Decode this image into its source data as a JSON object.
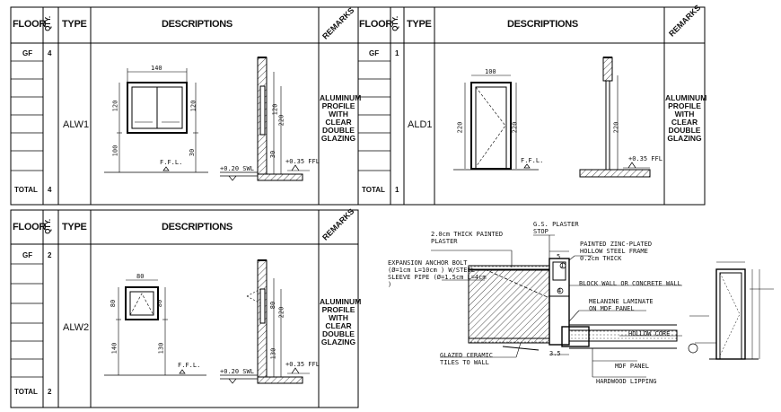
{
  "schedule": {
    "headers": {
      "floor": "FLOOR",
      "qty": "QTY.",
      "type": "TYPE",
      "descriptions": "DESCRIPTIONS",
      "remarks": "REMARKS"
    },
    "total_label": "TOTAL",
    "tables": [
      {
        "floor": "GF",
        "qty": "4",
        "type": "ALW1",
        "total": "4",
        "remarks": [
          "ALUMINUM",
          "PROFILE",
          "WITH",
          "CLEAR",
          "DOUBLE",
          "GLAZING"
        ],
        "dims": {
          "width": "140",
          "h1": "120",
          "h2": "100",
          "h3": "120",
          "h4": "220",
          "h5": "30",
          "ffl": "F.F.L.",
          "swl": "+0.20 SWL",
          "ffl2": "+0.35 FFL"
        }
      },
      {
        "floor": "GF",
        "qty": "1",
        "type": "ALD1",
        "total": "1",
        "remarks": [
          "ALUMINUM",
          "PROFILE",
          "WITH",
          "CLEAR",
          "DOUBLE",
          "GLAZING"
        ],
        "dims": {
          "width": "100",
          "h1": "220",
          "h2": "220",
          "ffl": "F.F.L.",
          "ffl2": "+0.35 FFL"
        }
      },
      {
        "floor": "GF",
        "qty": "2",
        "type": "ALW2",
        "total": "2",
        "remarks": [
          "ALUMINUM",
          "PROFILE",
          "WITH",
          "CLEAR",
          "DOUBLE",
          "GLAZING"
        ],
        "dims": {
          "width": "80",
          "h1": "80",
          "h2": "140",
          "h3": "80",
          "h4": "220",
          "h5": "130",
          "ffl": "F.F.L.",
          "swl": "+0.20 SWL",
          "ffl2": "+0.35 FFL"
        }
      }
    ]
  },
  "detail": {
    "notes": {
      "plaster": "2.0cm THICK PAINTED PLASTER",
      "gs": "G.S. PLASTER STOP",
      "frame": "PAINTED ZINC-PLATED HOLLOW STEEL FRAME 0.2cm THICK",
      "anchor": "EXPANSION ANCHOR BOLT (Ø=1cm L=10cm ) W/STEEL SLEEVE PIPE (Ø=1.5cm L=4cm )",
      "wall": "BLOCK WALL OR CONCRETE WALL",
      "laminate": "MELANINE LAMINATE ON MDF PANEL",
      "core": "HOLLOW CORE",
      "mdf": "MDF PANEL",
      "lipping": "HARDWOOD LIPPING",
      "ceramic": "GLAZED CERAMIC TILES TO WALL",
      "d5": "5",
      "d1": "1",
      "d4": "4",
      "d3": "3.5"
    }
  }
}
